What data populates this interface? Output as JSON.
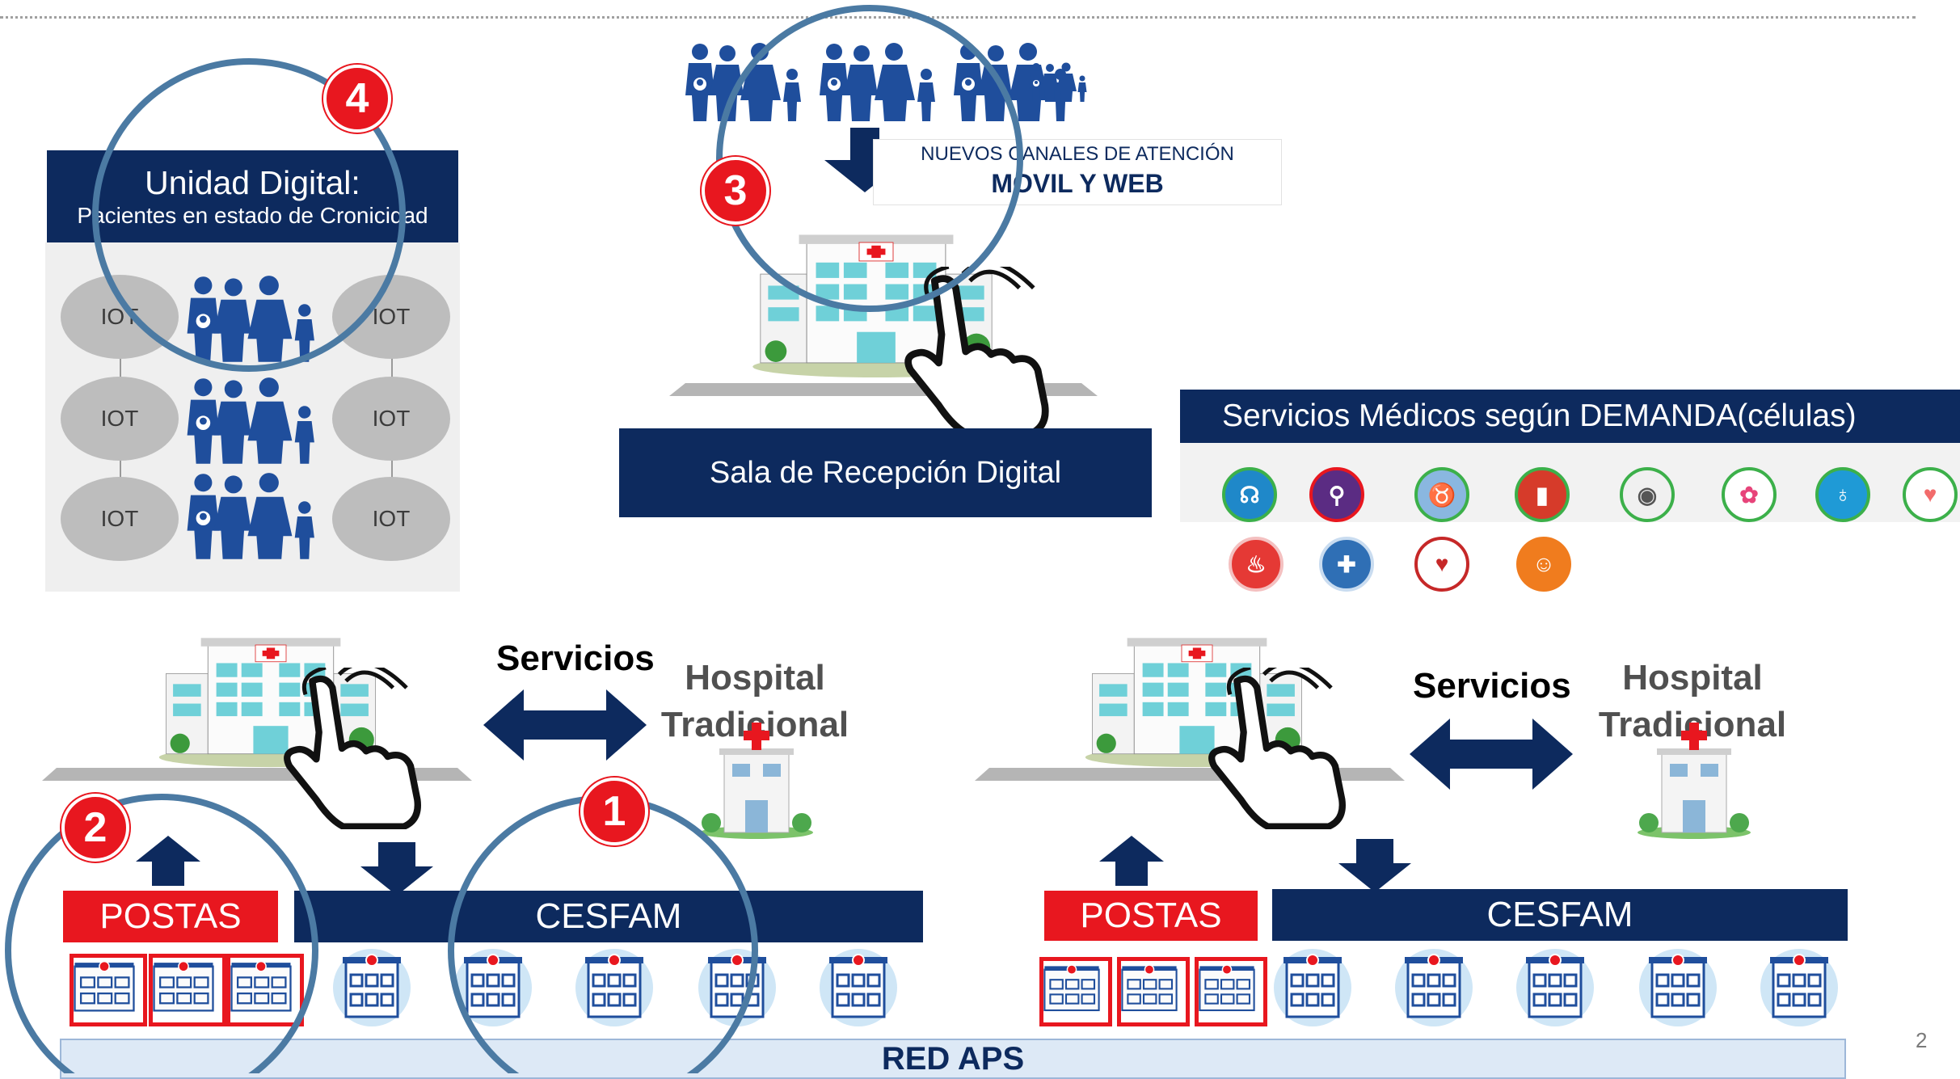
{
  "unidad_digital": {
    "title": "Unidad Digital:",
    "subtitle": "Pacientes en estado de  Cronicidad",
    "iot_label": "IOT"
  },
  "canales": {
    "line1": "NUEVOS CANALES DE ATENCIÓN",
    "line2": "MOVIL Y WEB"
  },
  "sala": {
    "label": "Sala de Recepción Digital"
  },
  "servicios_medicos": {
    "title": "Servicios Médicos según DEMANDA(células)",
    "row1": [
      {
        "icon": "brain-icon",
        "color": "#1f88c9",
        "glyph": "☊"
      },
      {
        "icon": "doctor-search-icon",
        "color": "#5b2c83",
        "glyph": "⚲"
      },
      {
        "icon": "kidney-icon",
        "color": "#8ab7e0",
        "glyph": "♉"
      },
      {
        "icon": "glucometer-icon",
        "color": "#d63b2a",
        "glyph": "▮"
      },
      {
        "icon": "eye-icon",
        "color": "#9a9a9a",
        "glyph": "◉"
      },
      {
        "icon": "cancer-ribbon-icon",
        "color": "#e7447a",
        "glyph": "✿"
      },
      {
        "icon": "stethoscope-icon",
        "color": "#1f9ad6",
        "glyph": "♁"
      },
      {
        "icon": "heart-monitor-icon",
        "color": "#f26b6b",
        "glyph": "♥"
      }
    ],
    "row2": [
      {
        "icon": "burn-icon",
        "color": "#e53935",
        "glyph": "♨"
      },
      {
        "icon": "nurse-cap-icon",
        "color": "#2f6fb5",
        "glyph": "✚"
      },
      {
        "icon": "heartbeat-icon",
        "color": "#c62828",
        "glyph": "♥"
      },
      {
        "icon": "elderly-couple-icon",
        "color": "#f07c1e",
        "glyph": "☺"
      }
    ]
  },
  "left_section": {
    "servicios": "Servicios",
    "hospital_line1": "Hospital",
    "hospital_line2": "Tradicional",
    "postas": "POSTAS",
    "cesfam": "CESFAM"
  },
  "right_section": {
    "servicios": "Servicios",
    "hospital_line1": "Hospital",
    "hospital_line2": "Tradicional",
    "postas": "POSTAS",
    "cesfam": "CESFAM"
  },
  "red_aps": "RED APS",
  "badges": {
    "b1": "1",
    "b2": "2",
    "b3": "3",
    "b4": "4"
  },
  "page_number": "2",
  "colors": {
    "navy": "#0d2a5e",
    "red": "#e8171f",
    "blue_icon": "#1f4e9c",
    "light_blue": "#7fb2dc"
  }
}
